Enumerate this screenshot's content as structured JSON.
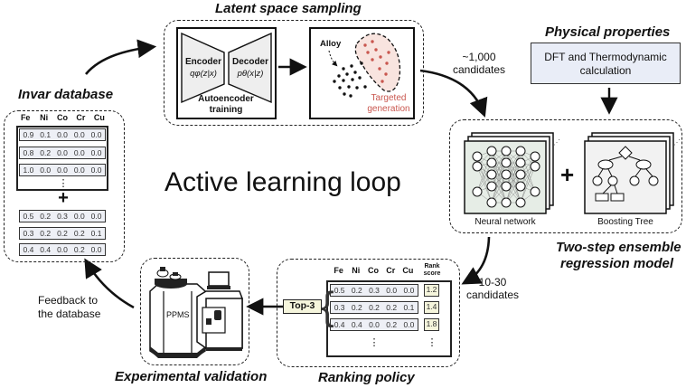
{
  "main_title": "Active learning loop",
  "invar_database": {
    "title": "Invar database",
    "columns": [
      "Fe",
      "Ni",
      "Co",
      "Cr",
      "Cu"
    ],
    "existing_rows": [
      [
        "0.9",
        "0.1",
        "0.0",
        "0.0",
        "0.0"
      ],
      [
        "0.8",
        "0.2",
        "0.0",
        "0.0",
        "0.0"
      ],
      [
        "1.0",
        "0.0",
        "0.0",
        "0.0",
        "0.0"
      ]
    ],
    "ellipsis": "⋮",
    "plus": "+",
    "new_rows": [
      [
        "0.5",
        "0.2",
        "0.3",
        "0.0",
        "0.0"
      ],
      [
        "0.3",
        "0.2",
        "0.2",
        "0.2",
        "0.1"
      ],
      [
        "0.4",
        "0.4",
        "0.0",
        "0.2",
        "0.0"
      ]
    ]
  },
  "latent_space": {
    "title": "Latent space sampling",
    "encoder_label": "Encoder",
    "encoder_formula": "qφ(z|x)",
    "decoder_label": "Decoder",
    "decoder_formula": "pθ(x|z)",
    "autoencoder_line1": "Autoencoder",
    "autoencoder_line2": "training",
    "alloy_label": "Alloy",
    "targeted_line1": "Targeted",
    "targeted_line2": "generation",
    "target_color": "#c9574f",
    "target_fill": "#f8e4df"
  },
  "physical_properties": {
    "title": "Physical properties",
    "box_line1": "DFT and Thermodynamic",
    "box_line2": "calculation",
    "box_fill": "#e9edf7"
  },
  "candidates_1000": {
    "line1": "~1,000",
    "line2": "candidates"
  },
  "ensemble": {
    "title_line1": "Two-step ensemble",
    "title_line2": "regression model",
    "nn_label": "Neural network",
    "tree_label": "Boosting Tree",
    "plus": "+",
    "nn_fill": "#e6ede6"
  },
  "candidates_10_30": {
    "line1": "10-30",
    "line2": "candidates"
  },
  "ranking_policy": {
    "title": "Ranking policy",
    "columns": [
      "Fe",
      "Ni",
      "Co",
      "Cr",
      "Cu"
    ],
    "rank_header_line1": "Rank",
    "rank_header_line2": "score",
    "rows": [
      {
        "values": [
          "0.5",
          "0.2",
          "0.3",
          "0.0",
          "0.0"
        ],
        "score": "1.2"
      },
      {
        "values": [
          "0.3",
          "0.2",
          "0.2",
          "0.2",
          "0.1"
        ],
        "score": "1.4"
      },
      {
        "values": [
          "0.4",
          "0.4",
          "0.0",
          "0.2",
          "0.0"
        ],
        "score": "1.8"
      }
    ],
    "ellipsis": "⋮",
    "top3_label": "Top-3"
  },
  "experimental": {
    "title": "Experimental validation",
    "ppms_label": "PPMS"
  },
  "feedback": {
    "line1": "Feedback to",
    "line2": "the database"
  }
}
